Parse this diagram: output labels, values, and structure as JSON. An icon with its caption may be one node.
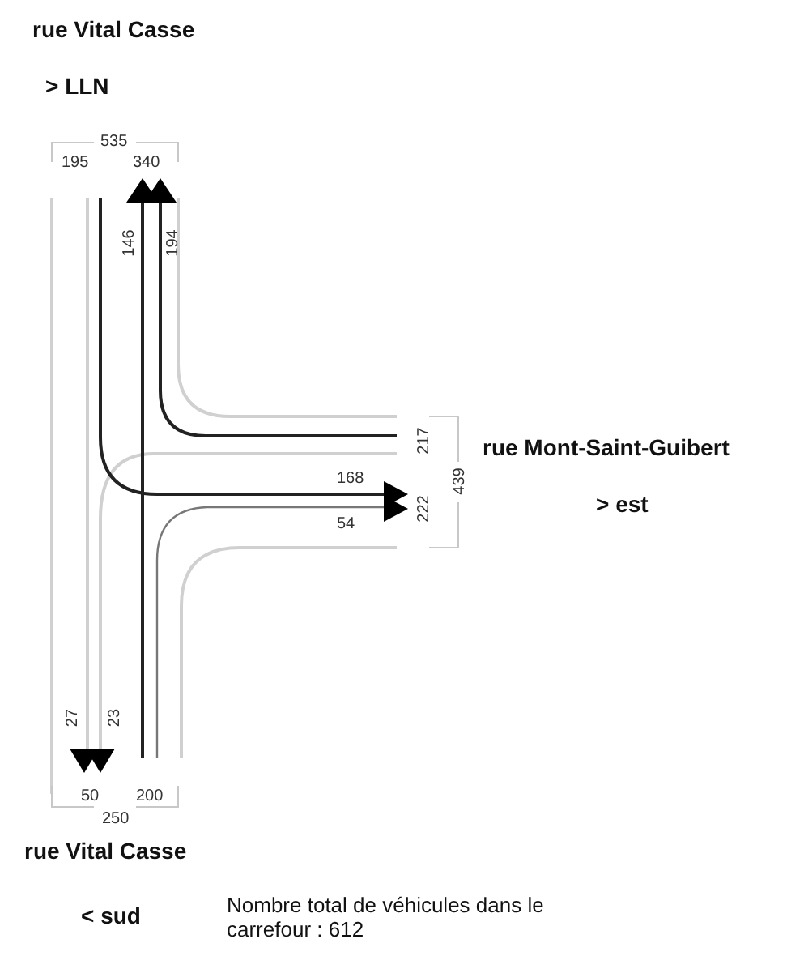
{
  "diagram": {
    "labels": [
      "rue Vital Casse",
      "> LLN",
      "535",
      "195",
      "340",
      "146",
      "194",
      "217",
      "rue Mont-Saint-Guibert",
      "168",
      "222",
      "439",
      "> est",
      "54",
      "27",
      "23",
      "50",
      "200",
      "250",
      "rue Vital Casse",
      "< sud",
      "Nombre total de véhicules dans le carrefour : 612"
    ]
  }
}
